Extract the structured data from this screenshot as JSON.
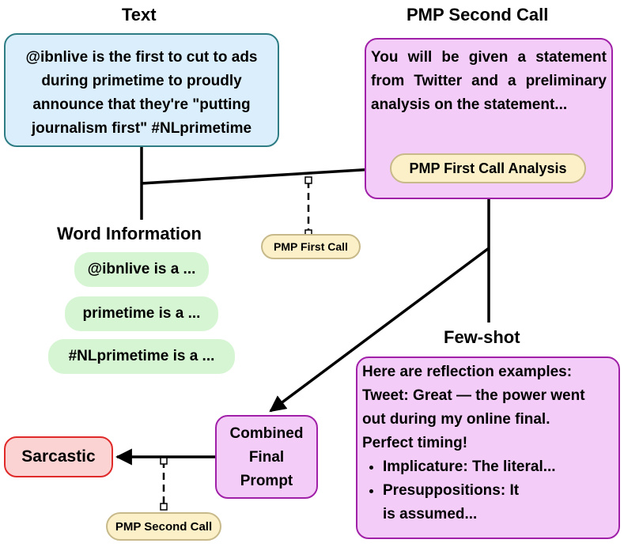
{
  "headings": {
    "text": "Text",
    "pmp_second_call": "PMP Second Call",
    "word_information": "Word Information",
    "few_shot": "Few-shot"
  },
  "text_box": {
    "lines": [
      "@ibnlive is the first to cut to ads",
      "during primetime to proudly",
      "announce that they're \"putting",
      "journalism first\" #NLprimetime"
    ]
  },
  "second_call_box": {
    "text": "You will be given a statement from Twitter and a preliminary analysis on the statement...",
    "inner_pill": "PMP First Call Analysis"
  },
  "word_info": {
    "items": [
      "@ibnlive is a ...",
      "primetime is a ...",
      "#NLprimetime is a ..."
    ]
  },
  "labels": {
    "pmp_first_call": "PMP First Call",
    "pmp_second_call": "PMP Second Call"
  },
  "few_shot_box": {
    "lines": [
      "Here are reflection examples:",
      "Tweet: Great — the power went",
      "out during my online final.",
      "Perfect timing!"
    ],
    "bullets": [
      "Implicature: The literal...",
      "Presuppositions: It is assumed..."
    ]
  },
  "combined": {
    "lines": [
      "Combined",
      "Final",
      "Prompt"
    ]
  },
  "output": {
    "label": "Sarcastic"
  },
  "colors": {
    "text_fill": "#dbeefb",
    "prompt_fill": "#f3cdf7",
    "word_fill": "#d6f5d3",
    "label_fill": "#fbf0c8",
    "output_fill": "#fbd3d3"
  }
}
